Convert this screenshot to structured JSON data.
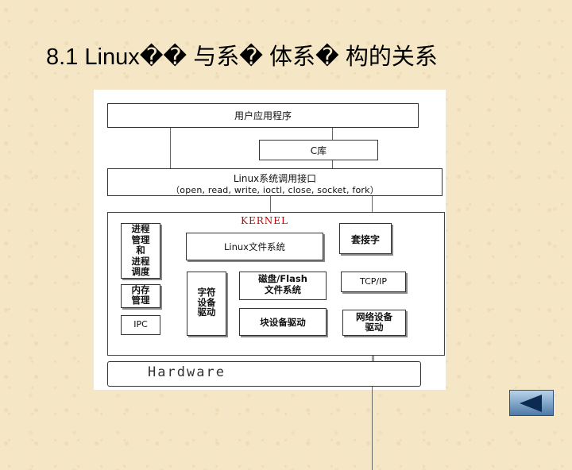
{
  "slide": {
    "title": "8.1  Linux�� 与系� 体系� 构的关系"
  },
  "diagram": {
    "user_app": "用户应用程序",
    "c_lib": "C库",
    "syscall_title": "Linux系统调用接口",
    "syscall_list": "（open, read, write, ioctl, close, socket, fork）",
    "kernel_label": "KERNEL",
    "process_mgmt": [
      "进程",
      "管理",
      "和",
      "进程",
      "调度"
    ],
    "memory_mgmt": [
      "内存",
      "管理"
    ],
    "ipc": "IPC",
    "linux_fs": "Linux文件系统",
    "socket": "套接字",
    "tcpip": "TCP/IP",
    "char_driver": [
      "字符",
      "设备",
      "驱动"
    ],
    "disk_flash_fs": [
      "磁盘/Flash",
      "文件系统"
    ],
    "block_driver": "块设备驱动",
    "net_driver": [
      "网络设备",
      "驱动"
    ],
    "hardware": "Hardware"
  },
  "nav": {
    "back_icon": "triangle-left-icon"
  },
  "colors": {
    "background": "#f5e7c6",
    "kernel_label": "#cc0000",
    "nav_button": "#4d7aa8"
  }
}
